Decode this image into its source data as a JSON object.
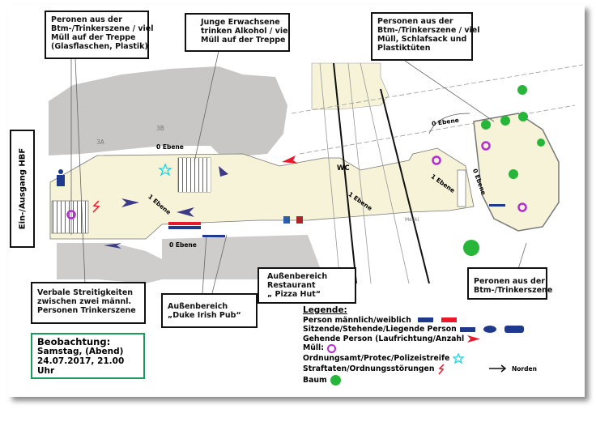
{
  "notes": {
    "top_left": [
      "Peronen aus der",
      "Btm-/Trinkerszene / viel",
      "Müll auf der Treppe",
      "(Glasflaschen, Plastik)"
    ],
    "top_center": [
      "Junge Erwachsene",
      "trinken Alkohol / viel",
      "Müll auf der Treppe"
    ],
    "top_right": [
      "Personen aus der",
      "Btm-/Trinkerszene / viel",
      "Müll, Schlafsack und",
      "Plastiktüten"
    ],
    "bottom_left": [
      "Verbale Streitigkeiten",
      "zwischen zwei männl.",
      "Personen Trinkerszene"
    ],
    "duke": [
      "Außenbereich",
      "„Duke Irish Pub“"
    ],
    "pizza": [
      "Außenbereich",
      "Restaurant",
      "„ Pizza Hut“"
    ],
    "bottom_right": [
      "Peronen aus der",
      "Btm-/Trinkerszene"
    ]
  },
  "entrance_label": "Ein-/Ausgang HBF",
  "observation": {
    "title": "Beobachtung:",
    "day": "Samstag, (Abend)",
    "datetime": "24.07.2017, 21.00 Uhr"
  },
  "map_labels": {
    "ebene0_top": "0 Ebene",
    "ebene0_bottom": "0 Ebene",
    "ebene0_right": "0 Ebene",
    "ebene0_far_right": "0 Ebene",
    "ebene1_left": "1 Ebene",
    "ebene1_mid": "1 Ebene",
    "ebene1_right": "1 Ebene",
    "wc": "WC",
    "area_3a": "3A",
    "area_3b": "3B",
    "mecki": "Mecki"
  },
  "legend": {
    "title": "Legende:",
    "items": [
      "Person männlich/weiblich",
      "Sitzende/Stehende/Liegende Person",
      "Gehende Person (Laufrichtung/Anzahl",
      "Müll:",
      "Ordnungsamt/Protec/Polizeistreife",
      "Straftaten/Ordnungsstörungen",
      "Baum"
    ],
    "colors": {
      "male": "#1f3a8a",
      "female": "#e8192c",
      "trash": "#b42fd1",
      "police": "#19d6e0",
      "tree": "#27b53a"
    }
  },
  "north_label": "Norden"
}
